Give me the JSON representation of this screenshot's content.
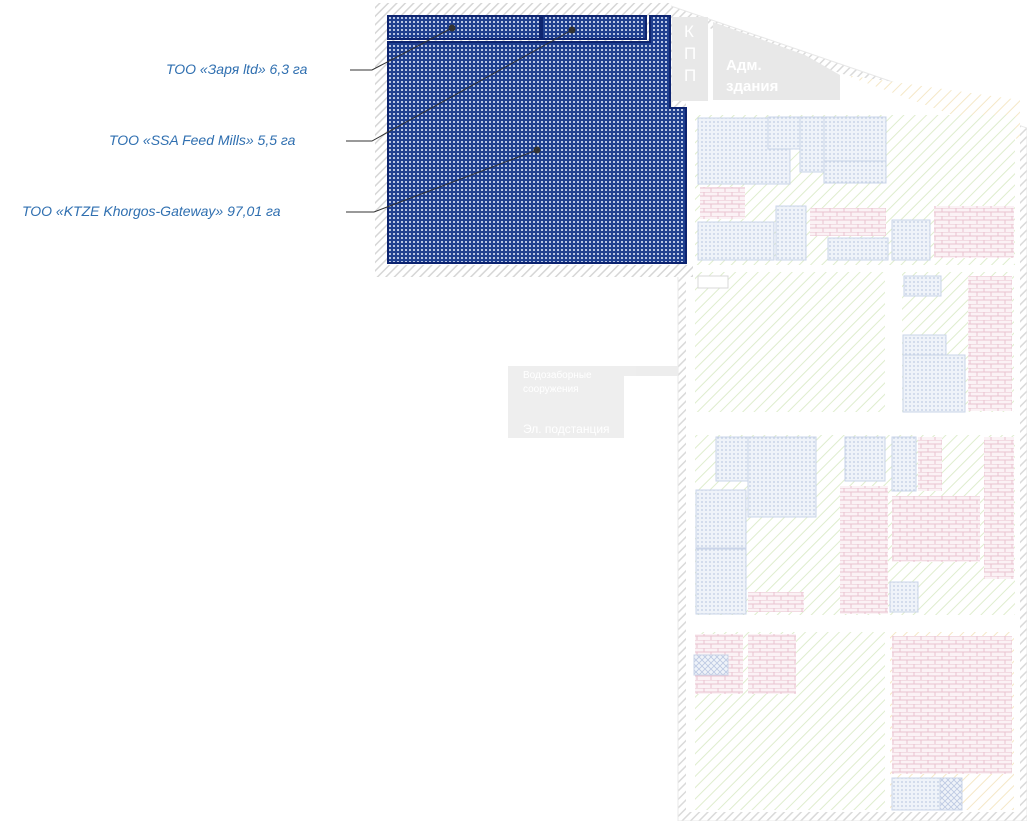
{
  "callouts": {
    "zarya": "ТОО «Заря ltd» 6,3 га",
    "ssa": "ТОО «SSA Feed Mills» 5,5 га",
    "ktze": "ТОО «KTZE Khorgos-Gateway» 97,01 га"
  },
  "labels": {
    "kpp": [
      "К",
      "П",
      "П"
    ],
    "adm_line1": "Адм.",
    "adm_line2": "здания",
    "utility_line1": "Водозаборные",
    "utility_line2": "сооружения",
    "substation": "Эл. подстанция"
  },
  "colors": {
    "plot_fill": "#1e3a8a",
    "plot_stroke": "#0d2470",
    "callout_text": "#2f6fb0",
    "faded_blue": "#c7d3ea",
    "faded_green": "#d8ecc8",
    "faded_pink": "#ecc8d4",
    "faded_orange": "#f6dcb8",
    "fence": "#d8d8d8"
  }
}
